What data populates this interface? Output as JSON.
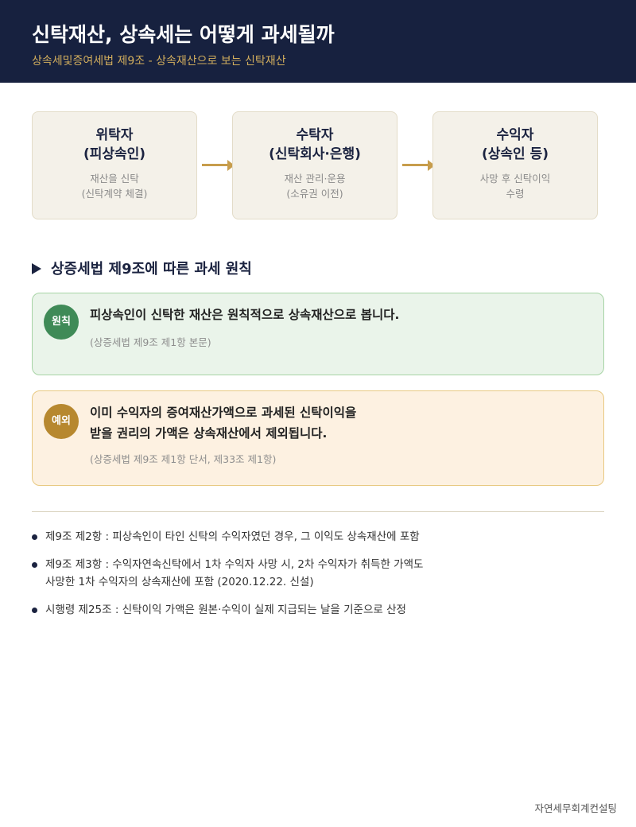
{
  "header": {
    "title": "신탁재산, 상속세는 어떻게 과세될까",
    "subtitle": "상속세및증여세법 제9조 - 상속재산으로 보는 신탁재산"
  },
  "flow": [
    {
      "name_line1": "위탁자",
      "name_line2": "(피상속인)",
      "desc_line1": "재산을 신탁",
      "desc_line2": "(신탁계약 체결)"
    },
    {
      "name_line1": "수탁자",
      "name_line2": "(신탁회사·은행)",
      "desc_line1": "재산 관리·운용",
      "desc_line2": "(소유권 이전)"
    },
    {
      "name_line1": "수익자",
      "name_line2": "(상속인 등)",
      "desc_line1": "사망 후 신탁이익",
      "desc_line2": "수령"
    }
  ],
  "section_title": "상증세법 제9조에 따른 과세 원칙",
  "principle": {
    "badge": "원칙",
    "main": "피상속인이 신탁한 재산은 원칙적으로 상속재산으로 봅니다.",
    "sub": "(상증세법 제9조 제1항 본문)"
  },
  "exception": {
    "badge": "예외",
    "main_line1": "이미 수익자의 증여재산가액으로 과세된 신탁이익을",
    "main_line2": "받을 권리의 가액은 상속재산에서 제외됩니다.",
    "sub": "(상증세법 제9조 제1항 단서, 제33조 제1항)"
  },
  "notes": [
    {
      "line1": "제9조 제2항 : 피상속인이 타인 신탁의 수익자였던 경우, 그 이익도 상속재산에 포함",
      "line2": ""
    },
    {
      "line1": "제9조 제3항 : 수익자연속신탁에서 1차 수익자 사망 시, 2차 수익자가 취득한 가액도",
      "line2": "사망한 1차 수익자의 상속재산에 포함 (2020.12.22. 신설)"
    },
    {
      "line1": "시행령 제25조 : 신탁이익 가액은 원본·수익이 실제 지급되는 날을 기준으로 산정",
      "line2": ""
    }
  ],
  "footer": "자연세무회계컨설팅",
  "colors": {
    "header_bg": "#17213f",
    "subtitle": "#d1ad5d",
    "principle_badge": "#3f8a57",
    "exception_badge": "#b7882f",
    "arrow": "#c79d4c"
  }
}
